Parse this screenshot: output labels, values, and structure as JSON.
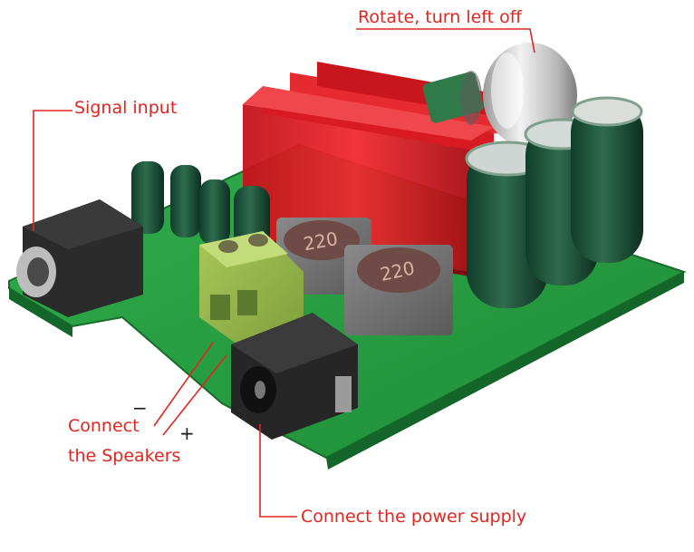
{
  "labels": {
    "knob": "Rotate, turn left off",
    "signal": "Signal input",
    "speakers_line1": "Connect",
    "speakers_line2": "the Speakers",
    "power": "Connect the power supply",
    "minus": "−",
    "plus": "+"
  },
  "inductor_marking": "220",
  "accent_color": "#e0261f"
}
